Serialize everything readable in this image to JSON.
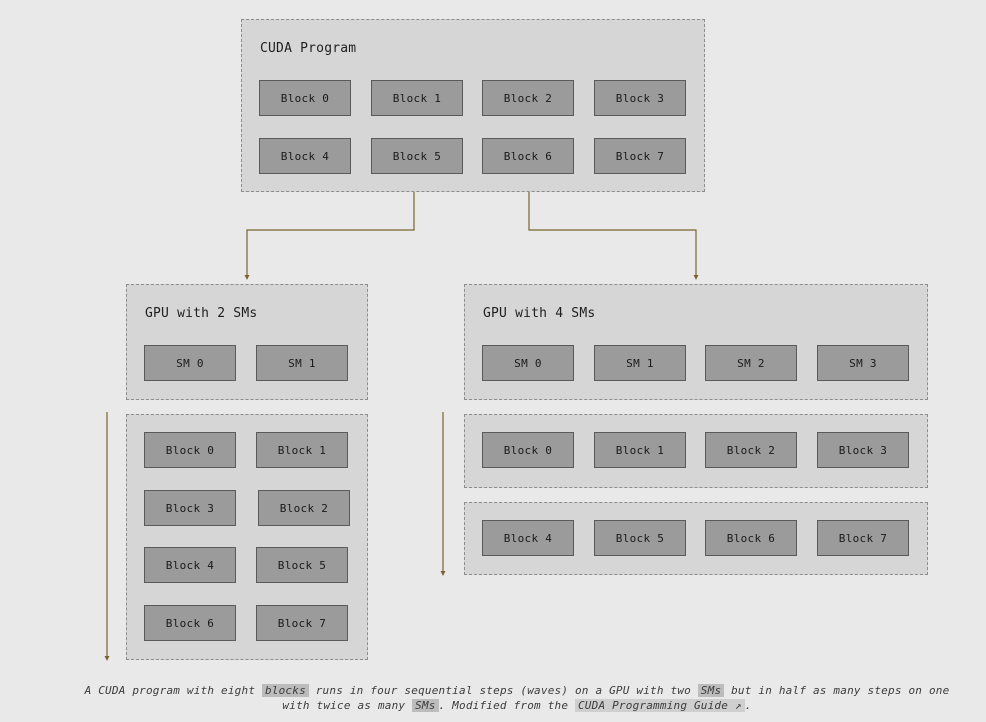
{
  "program": {
    "title": "CUDA Program",
    "blocks": [
      "Block 0",
      "Block 1",
      "Block 2",
      "Block 3",
      "Block 4",
      "Block 5",
      "Block 6",
      "Block 7"
    ]
  },
  "gpu2": {
    "title": "GPU with 2 SMs",
    "sms": [
      "SM 0",
      "SM 1"
    ],
    "blocks": [
      "Block 0",
      "Block 1",
      "Block 3",
      "Block 2",
      "Block 4",
      "Block 5",
      "Block 6",
      "Block 7"
    ]
  },
  "gpu4": {
    "title": "GPU with 4 SMs",
    "sms": [
      "SM 0",
      "SM 1",
      "SM 2",
      "SM 3"
    ],
    "wave1": [
      "Block 0",
      "Block 1",
      "Block 2",
      "Block 3"
    ],
    "wave2": [
      "Block 4",
      "Block 5",
      "Block 6",
      "Block 7"
    ]
  },
  "caption": {
    "part1": "A CUDA program with eight ",
    "hl1": "blocks",
    "part2": " runs in four sequential steps (waves) on a GPU with two ",
    "hl2": "SMs",
    "part3": " but in half as many steps on one with twice as many ",
    "hl3": "SMs",
    "part4": ". Modified from the ",
    "link": "CUDA Programming Guide ↗",
    "part5": "."
  },
  "colors": {
    "background": "#e9e9e9",
    "panel": "#d5d6d5",
    "box": "#9a9b9a",
    "arrow": "#7a6530"
  }
}
